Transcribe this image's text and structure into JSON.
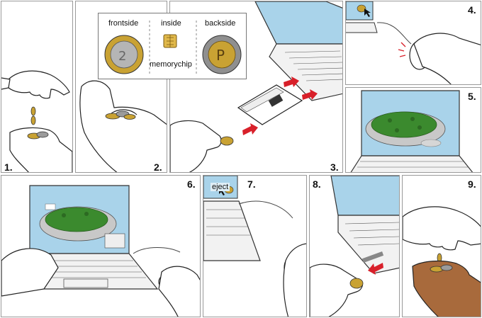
{
  "panels": [
    {
      "number": "1."
    },
    {
      "number": "2."
    },
    {
      "number": "3."
    },
    {
      "number": "4."
    },
    {
      "number": "5."
    },
    {
      "number": "6."
    },
    {
      "number": "7."
    },
    {
      "number": "8."
    },
    {
      "number": "9."
    }
  ],
  "callout": {
    "frontside": "frontside",
    "inside": "inside",
    "backside": "backside",
    "memorychip": "memorychip"
  },
  "panel7": {
    "eject": "eject"
  },
  "colors": {
    "screen": "#a9d3ea",
    "island": "#3b8a2e",
    "platform": "#c8c8c8",
    "coin_gold": "#c9a233",
    "coin_silver": "#9b9b9b",
    "arrow_red": "#d8202a",
    "skin_light": "#ffffff",
    "skin_dark": "#a86a3c",
    "chip_gold": "#e0b84a"
  }
}
